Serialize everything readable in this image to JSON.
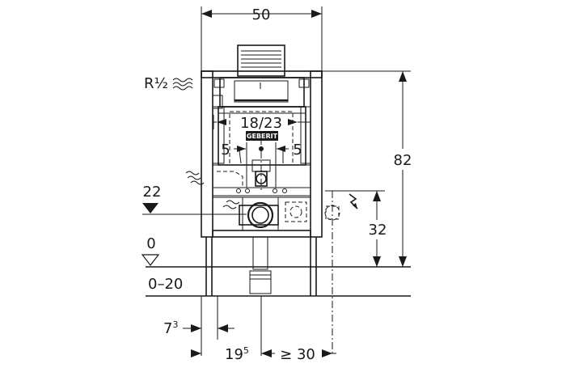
{
  "dimensions": {
    "frame_width": "50",
    "height_total": "82",
    "drain_height": "32",
    "flush_plate": "18/23",
    "left_offset": "5",
    "right_offset": "5",
    "water_connection": "R½",
    "level_drain": "22",
    "floor_level": "0",
    "floor_range": "0–20",
    "leg_offset_base": "7",
    "leg_offset_sup": "3",
    "axis_offset_base": "19",
    "axis_offset_sup": "5",
    "min_clearance": "≥ 30"
  },
  "brand": "GEBERIT",
  "colors": {
    "line": "#1a1a1a",
    "background": "#ffffff"
  }
}
